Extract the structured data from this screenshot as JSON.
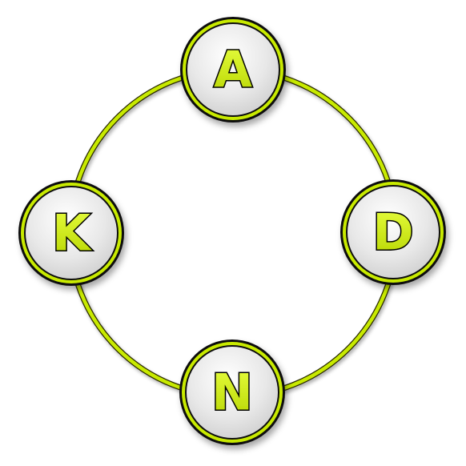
{
  "diagram": {
    "accent_color": "#c8ea00",
    "ring_color": "#b8d600",
    "node_fill_color": "#e6e6e6",
    "nodes": [
      {
        "letter": "A"
      },
      {
        "letter": "D"
      },
      {
        "letter": "N"
      },
      {
        "letter": "K"
      }
    ]
  }
}
